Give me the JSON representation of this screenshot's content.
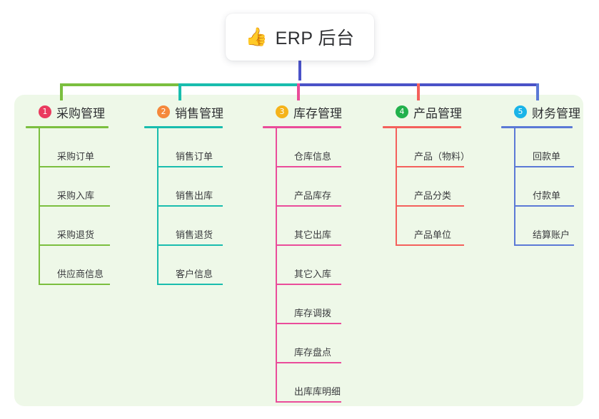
{
  "root": {
    "icon": "thumbs-up-icon",
    "icon_glyph": "👍",
    "title": "ERP 后台"
  },
  "panel": {
    "background_color": "#eef8e8"
  },
  "connectors": {
    "stem_color": "#4a52c8",
    "bus_segments": [
      {
        "color": "#7bbf3f"
      },
      {
        "color": "#19bdae"
      },
      {
        "color": "#4a52c8"
      }
    ]
  },
  "columns": [
    {
      "number": "1",
      "title": "采购管理",
      "badge_color": "#ea3a5e",
      "line_color": "#7bbf3f",
      "items": [
        {
          "label": "采购订单"
        },
        {
          "label": "采购入库"
        },
        {
          "label": "采购退货"
        },
        {
          "label": "供应商信息"
        }
      ]
    },
    {
      "number": "2",
      "title": "销售管理",
      "badge_color": "#f5883b",
      "line_color": "#19bdae",
      "items": [
        {
          "label": "销售订单"
        },
        {
          "label": "销售出库"
        },
        {
          "label": "销售退货"
        },
        {
          "label": "客户信息"
        }
      ]
    },
    {
      "number": "3",
      "title": "库存管理",
      "badge_color": "#f5b31a",
      "line_color": "#ea4c9a",
      "items": [
        {
          "label": "仓库信息"
        },
        {
          "label": "产品库存"
        },
        {
          "label": "其它出库"
        },
        {
          "label": "其它入库"
        },
        {
          "label": "库存调拨"
        },
        {
          "label": "库存盘点"
        },
        {
          "label": "出库库明细"
        }
      ]
    },
    {
      "number": "4",
      "title": "产品管理",
      "badge_color": "#22b14c",
      "line_color": "#f4605c",
      "items": [
        {
          "label": "产品（物料）"
        },
        {
          "label": "产品分类"
        },
        {
          "label": "产品单位"
        }
      ]
    },
    {
      "number": "5",
      "title": "财务管理",
      "badge_color": "#1ab4e8",
      "line_color": "#5b79d6",
      "items": [
        {
          "label": "回款单"
        },
        {
          "label": "付款单"
        },
        {
          "label": "结算账户"
        }
      ]
    }
  ]
}
